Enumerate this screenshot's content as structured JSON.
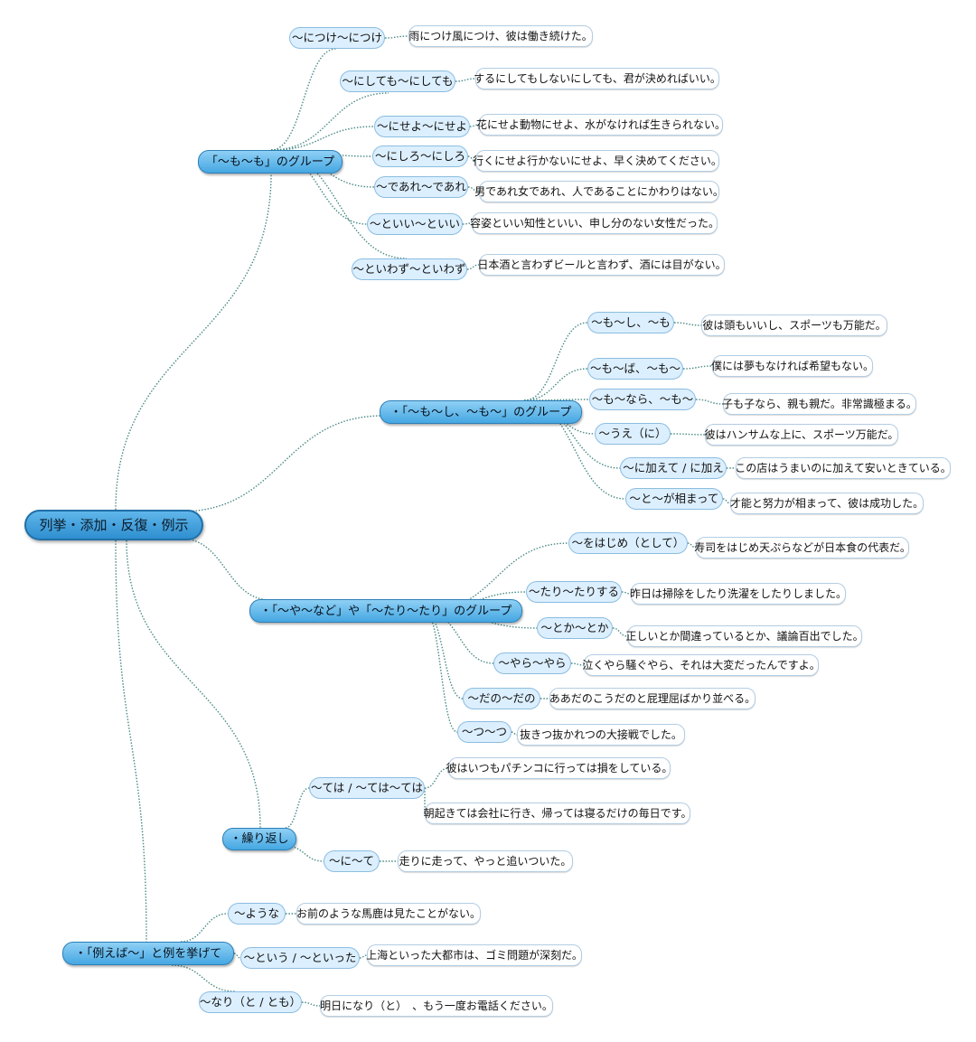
{
  "root": {
    "label": "列挙・添加・反復・例示"
  },
  "groups": [
    {
      "label": "「～も～も」のグループ",
      "items": [
        {
          "pattern": "～につけ～につけ",
          "example": "雨につけ風につけ、彼は働き続けた。"
        },
        {
          "pattern": "～にしても～にしても",
          "example": "するにしてもしないにしても、君が決めればいい。"
        },
        {
          "pattern": "～にせよ～にせよ",
          "example": "花にせよ動物にせよ、水がなければ生きられない。"
        },
        {
          "pattern": "～にしろ～にしろ",
          "example": "行くにせよ行かないにせよ、早く決めてください。"
        },
        {
          "pattern": "～であれ～であれ",
          "example": "男であれ女であれ、人であることにかわりはない。"
        },
        {
          "pattern": "～といい～といい",
          "example": "容姿といい知性といい、申し分のない女性だった。"
        },
        {
          "pattern": "～といわず～といわず",
          "example": "日本酒と言わずビールと言わず、酒には目がない。"
        }
      ]
    },
    {
      "label": "・「～も～し、～も～」のグループ",
      "items": [
        {
          "pattern": "～も～し、～も",
          "example": "彼は頭もいいし、スポーツも万能だ。"
        },
        {
          "pattern": "～も～ば、～も～",
          "example": "僕には夢もなければ希望もない。"
        },
        {
          "pattern": "～も～なら、～も～",
          "example": "子も子なら、親も親だ。非常識極まる。"
        },
        {
          "pattern": "～うえ（に）",
          "example": "彼はハンサムな上に、スポーツ万能だ。"
        },
        {
          "pattern": "～に加えて / に加え",
          "example": "この店はうまいのに加えて安いときている。"
        },
        {
          "pattern": "～と～が相まって",
          "example": "才能と努力が相まって、彼は成功した。"
        }
      ]
    },
    {
      "label": "・「～や～など」や「～たり～たり」のグループ",
      "items": [
        {
          "pattern": "～をはじめ（として）",
          "example": "寿司をはじめ天ぷらなどが日本食の代表だ。"
        },
        {
          "pattern": "～たり～たりする",
          "example": "昨日は掃除をしたり洗濯をしたりしました。"
        },
        {
          "pattern": "～とか～とか",
          "example": "正しいとか間違っているとか、議論百出でした。"
        },
        {
          "pattern": "～やら～やら",
          "example": "泣くやら騒ぐやら、それは大変だったんですよ。"
        },
        {
          "pattern": "～だの～だの",
          "example": "ああだのこうだのと屁理屈ばかり並べる。"
        },
        {
          "pattern": "～つ～つ",
          "example": "抜きつ抜かれつの大接戦でした。"
        }
      ]
    },
    {
      "label": "・繰り返し",
      "items": [
        {
          "pattern": "～ては / ～ては～ては",
          "examples": [
            "彼はいつもパチンコに行っては損をしている。",
            "朝起きては会社に行き、帰っては寝るだけの毎日です。"
          ]
        },
        {
          "pattern": "～に～て",
          "example": "走りに走って、やっと追いついた。"
        }
      ]
    },
    {
      "label": "・「例えば～」と例を挙げて",
      "items": [
        {
          "pattern": "～ような",
          "example": "お前のような馬鹿は見たことがない。"
        },
        {
          "pattern": "～という / ～といった",
          "example": "上海といった大都市は、ゴミ問題が深刻だ。"
        },
        {
          "pattern": "～なり（と / とも）",
          "example": "明日になり（と）　、もう一度お電話ください。"
        }
      ]
    }
  ],
  "colors": {
    "root": "#2f8fd0",
    "group": "#45a7e2",
    "pattern_bg": "#dcefff",
    "link": "#4a8a86"
  }
}
